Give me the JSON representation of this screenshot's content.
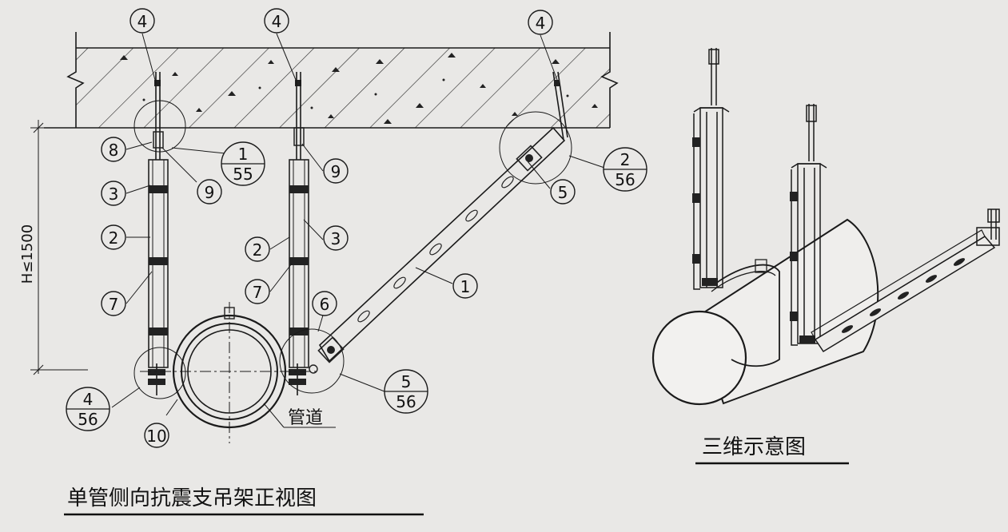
{
  "front_view": {
    "title": "单管侧向抗震支吊架正视图",
    "pipe_label": "管道",
    "height_label": "H≤1500",
    "callouts": [
      "4",
      "4",
      "4",
      "8",
      "3",
      "2",
      "7",
      "9",
      "9",
      "2",
      "3",
      "7",
      "6",
      "1",
      "5",
      "10"
    ],
    "detail_refs": [
      {
        "top": "1",
        "bottom": "55"
      },
      {
        "top": "2",
        "bottom": "56"
      },
      {
        "top": "5",
        "bottom": "56"
      },
      {
        "top": "4",
        "bottom": "56"
      }
    ]
  },
  "view_3d": {
    "title": "三维示意图"
  }
}
